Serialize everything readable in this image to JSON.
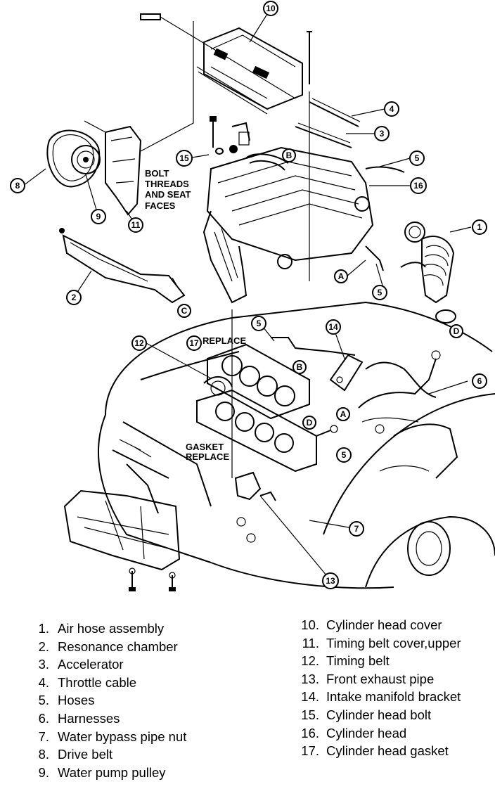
{
  "diagram": {
    "text_labels": {
      "bolt_threads": [
        "BOLT",
        "THREADS",
        "AND SEAT",
        "FACES"
      ],
      "replace_head": "REPLACE",
      "replace_gasket": "REPLACE",
      "gasket_replace": [
        "GASKET",
        "REPLACE"
      ]
    },
    "callouts": [
      "10",
      "4",
      "3",
      "5",
      "16",
      "1",
      "15",
      "B",
      "8",
      "9",
      "11",
      "2",
      "C",
      "A",
      "5",
      "D",
      "5",
      "14",
      "12",
      "17",
      "B",
      "6",
      "A",
      "D",
      "5",
      "7",
      "13"
    ]
  },
  "legend": {
    "left": [
      {
        "num": "1.",
        "text": "Air hose assembly"
      },
      {
        "num": "2.",
        "text": "Resonance chamber"
      },
      {
        "num": "3.",
        "text": "Accelerator"
      },
      {
        "num": "4.",
        "text": "Throttle cable"
      },
      {
        "num": "5.",
        "text": "Hoses"
      },
      {
        "num": "6.",
        "text": "Harnesses"
      },
      {
        "num": "7.",
        "text": "Water bypass pipe nut"
      },
      {
        "num": "8.",
        "text": "Drive belt"
      },
      {
        "num": "9.",
        "text": "Water pump pulley"
      }
    ],
    "right": [
      {
        "num": "10.",
        "text": "Cylinder head cover"
      },
      {
        "num": "11.",
        "text": "Timing belt cover,upper"
      },
      {
        "num": "12.",
        "text": "Timing belt"
      },
      {
        "num": "13.",
        "text": "Front exhaust pipe"
      },
      {
        "num": "14.",
        "text": "Intake manifold bracket"
      },
      {
        "num": "15.",
        "text": "Cylinder head bolt"
      },
      {
        "num": "16.",
        "text": "Cylinder head"
      },
      {
        "num": "17.",
        "text": "Cylinder head gasket"
      }
    ]
  }
}
